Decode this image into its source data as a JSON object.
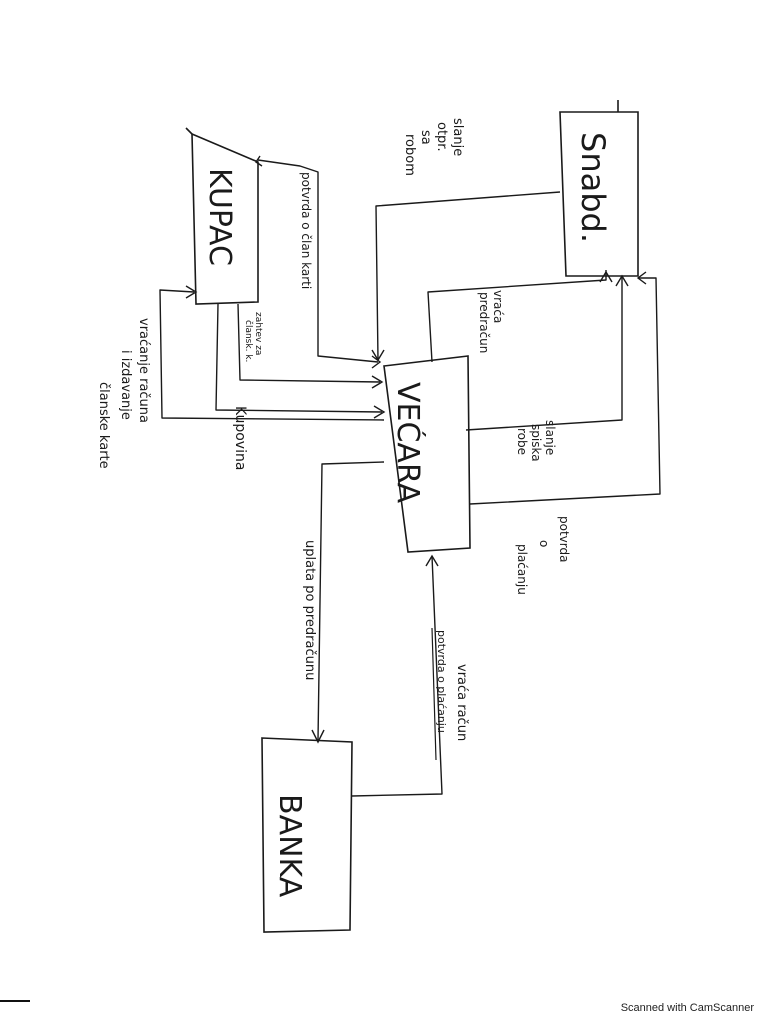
{
  "nodes": {
    "kupac": "KUPAC",
    "snabd": "Snabd.",
    "vecara": "VEĆARA",
    "banka": "BANKA"
  },
  "flows": {
    "potvrda_clan_karti": "potvrda o član karti",
    "slanje_otpr_robom": [
      "slanje",
      "otpr.",
      "sa",
      "robom"
    ],
    "zahtev_clan_karti": [
      "zahtev za",
      "člansk. k."
    ],
    "kupovina": "Kupovina",
    "vracanje_racuna": [
      "vraćanje računa",
      "i izdavanje",
      "članske karte"
    ],
    "vraca_predracun": [
      "vraća",
      "predračun"
    ],
    "slanje_spiska_robe": [
      "slanje",
      "spiska",
      "robe"
    ],
    "potvrda_o_placanju": [
      "potvrda",
      "o",
      "plaćanju"
    ],
    "uplata_po_predracunu": "uplata po predračunu",
    "vraca_racun": [
      "vraća račun",
      "potvrda o plaćanju"
    ]
  },
  "footer": {
    "scanner_text": "Scanned with CamScanner"
  }
}
